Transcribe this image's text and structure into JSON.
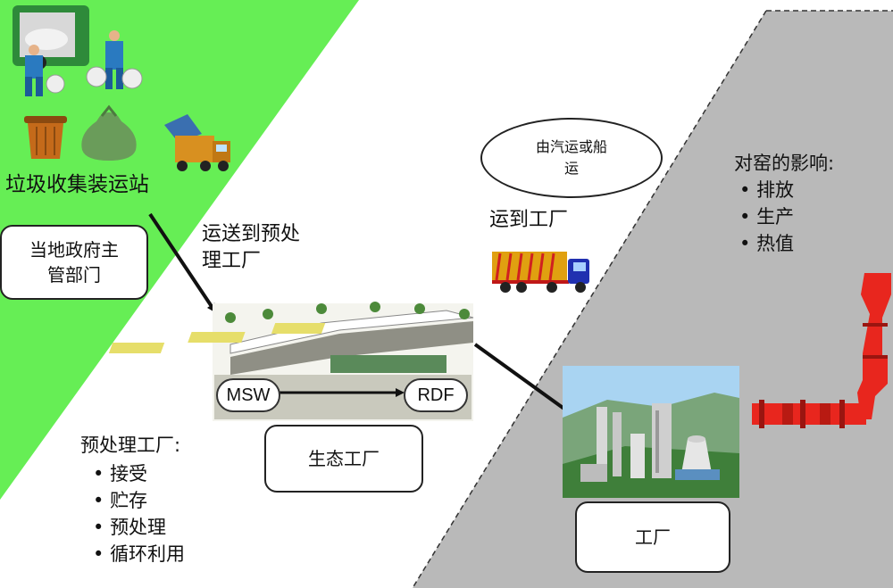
{
  "collection": {
    "title": "垃圾收集装运站",
    "authority_box": "当地政府主\n管部门"
  },
  "transport_to_plant": "运送到预处\n理工厂",
  "pretreatment": {
    "title": "预处理工厂:",
    "items": [
      "接受",
      "贮存",
      "预处理",
      "循环利用"
    ],
    "msw_label": "MSW",
    "rdf_label": "RDF",
    "eco_box": "生态工厂"
  },
  "shipping": {
    "ellipse": "由汽运或船\n运",
    "label": "运到工厂"
  },
  "factory_box": "工厂",
  "kiln_impact": {
    "title": "对窑的影响:",
    "items": [
      "排放",
      "生产",
      "热值"
    ]
  },
  "colors": {
    "green_zone": "#66ee55",
    "grey_zone": "#b9b9b9",
    "kiln_red": "#e8261e"
  }
}
